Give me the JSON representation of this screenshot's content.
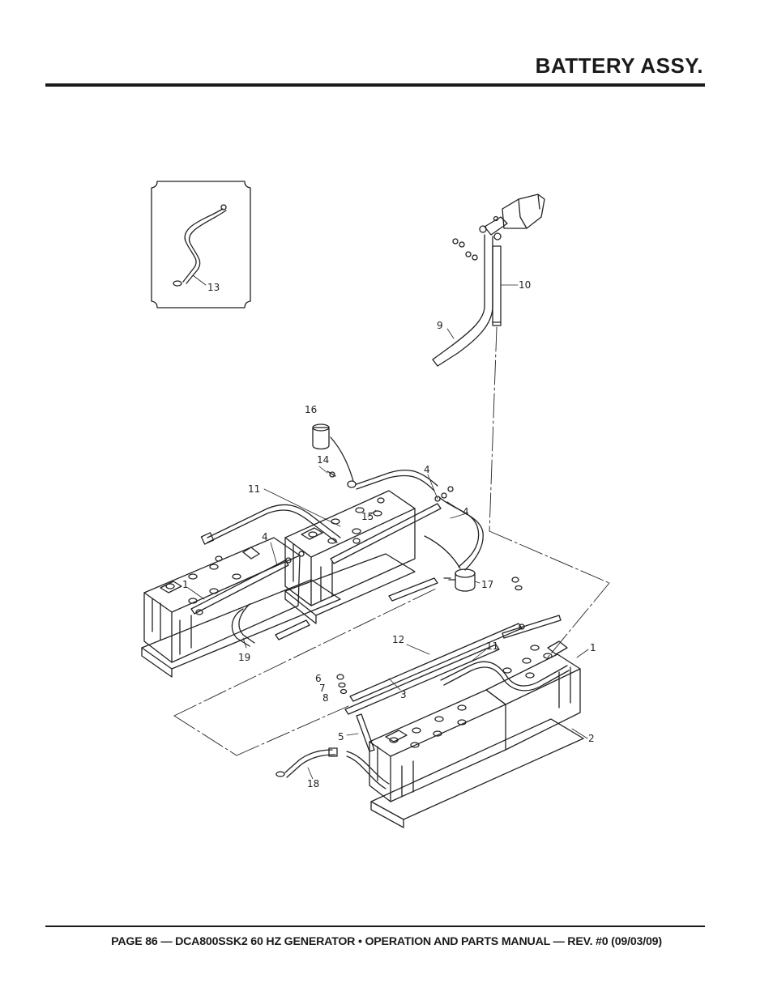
{
  "header": {
    "title": "BATTERY ASSY."
  },
  "footer": {
    "text": "PAGE 86 — DCA800SSK2 60 HZ GENERATOR • OPERATION AND PARTS MANUAL — REV. #0 (09/03/09)"
  },
  "callouts": {
    "c1a": "1",
    "c1b": "1",
    "c2": "2",
    "c3": "3",
    "c4a": "4",
    "c4b": "4",
    "c4c": "4",
    "c5": "5",
    "c6": "6",
    "c7": "7",
    "c8": "8",
    "c9": "9",
    "c10": "10",
    "c11a": "11",
    "c11b": "11",
    "c12": "12",
    "c13": "13",
    "c14": "14",
    "c15": "15",
    "c16": "16",
    "c17": "17",
    "c18": "18",
    "c19": "19"
  }
}
